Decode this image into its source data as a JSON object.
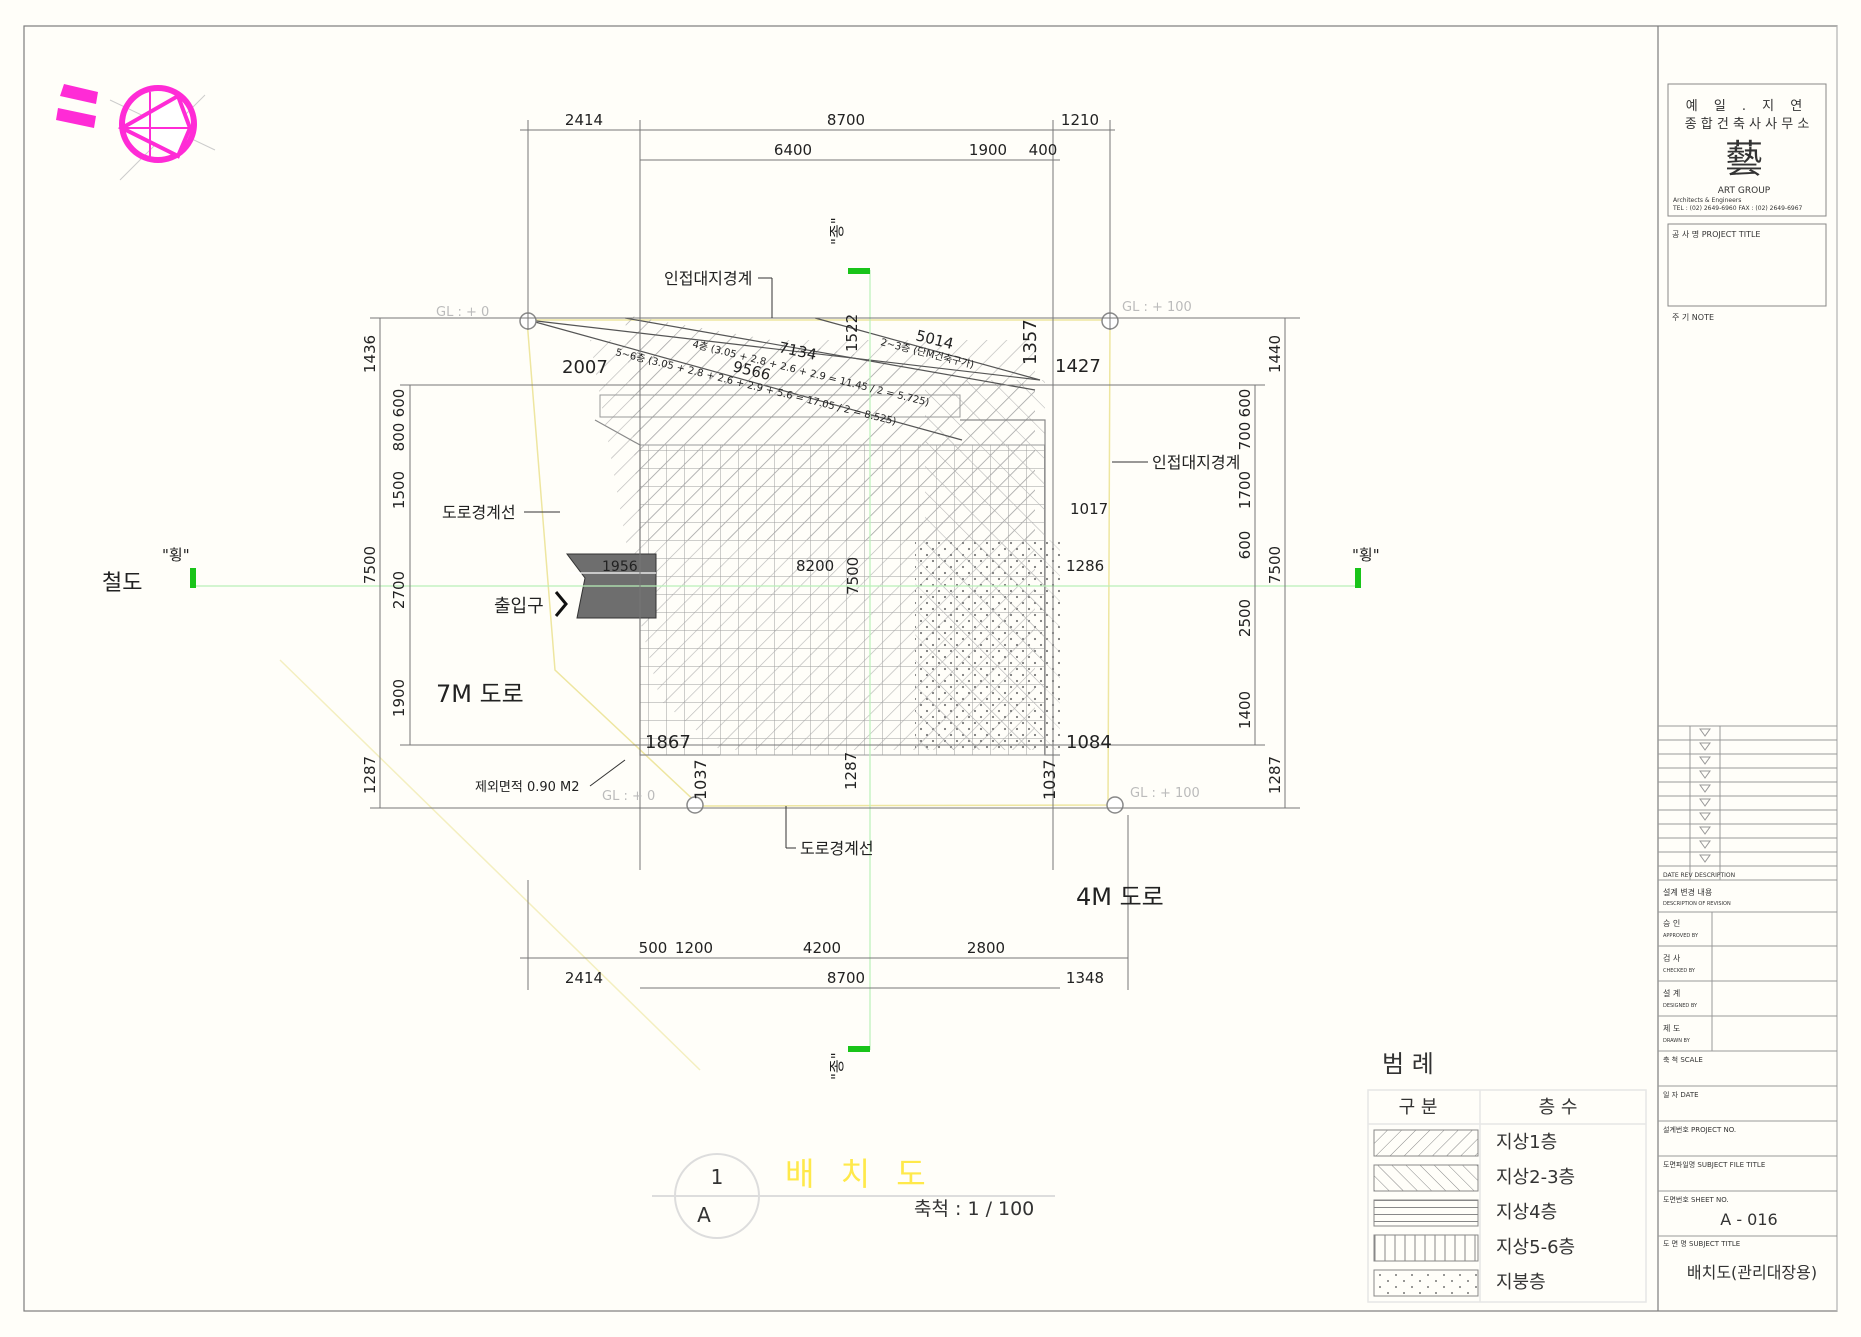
{
  "dims": {
    "top_outer": [
      "2414",
      "8700",
      "1210"
    ],
    "top_inner": [
      "6400",
      "1900",
      "400"
    ],
    "bottom_inner": [
      "500",
      "1200",
      "4200",
      "2800"
    ],
    "bottom_outer": [
      "2414",
      "8700",
      "1348"
    ],
    "left_outer": [
      "1436",
      "7500",
      "1287"
    ],
    "left_inner": [
      "600",
      "800",
      "1500",
      "2700",
      "1900"
    ],
    "right_outer": [
      "1440",
      "7500",
      "1287"
    ],
    "right_inner": [
      "600",
      "700",
      "1700",
      "600",
      "2500",
      "1400"
    ],
    "misc": {
      "d2007": "2007",
      "d1427": "1427",
      "d1357": "1357",
      "d1522": "1522",
      "d7134": "7134",
      "d5014": "5014",
      "d9566": "9566",
      "d1017": "1017",
      "d1286": "1286",
      "d1956": "1956",
      "d8200": "8200",
      "d7500c": "7500",
      "d1867": "1867",
      "d1084": "1084",
      "d1037a": "1037",
      "d1287c": "1287",
      "d1037b": "1037"
    }
  },
  "labels": {
    "neighbor_top": "인접대지경계",
    "neighbor_right": "인접대지경계",
    "road_left": "도로경계선",
    "road_bottom": "도로경계선",
    "entrance": "출입구",
    "road_7m": "7M 도로",
    "road_4m": "4M 도로",
    "excl_area": "제외면적 0.90 M2",
    "gl_tl": "GL : + 0",
    "gl_tr": "GL : + 100",
    "gl_bl": "GL : + 0",
    "gl_br": "GL : + 100",
    "section_left": "철도",
    "mark_left": "\"횡\"",
    "mark_right": "\"횡\"",
    "mark_top": "\"종\"",
    "mark_bottom": "\"종\"",
    "diag_4f": "4층 (3.05 + 2.8 + 2.6 + 2.9 = 11.45 / 2 = 5.725)",
    "diag_56f": "5~6층 (3.05 + 2.8 + 2.6 + 2.9 + 5.6 = 17.05 / 2 = 8.525)",
    "diag_23f": "2~3층 (단M건축구가)"
  },
  "drawing": {
    "number": "1",
    "sheet_ref": "A",
    "title": "배 치 도",
    "scale": "축척 : 1 / 100"
  },
  "legend": {
    "title": "범 례",
    "col1": "구 분",
    "col2": "층 수",
    "rows": [
      "지상1층",
      "지상2-3층",
      "지상4층",
      "지상5-6층",
      "지붕층"
    ]
  },
  "titleblock": {
    "firm_line1": "예 일 . 지 연",
    "firm_line2": "종 합 건 축 사 사 무 소",
    "logo_char": "藝",
    "logo_sub": "ART GROUP",
    "firm_eng": "Architects & Engineers",
    "firm_tel": "TEL : (02) 2649-6960  FAX : (02) 2649-6967",
    "project_title": "공 사 명   PROJECT TITLE",
    "note": "주   기   NOTE",
    "rev_header": "DATE     REV     DESCRIPTION",
    "rev_desc": "설계 변경 내용",
    "rev_desc_en": "DESCRIPTION OF REVISION",
    "approved": "승   인",
    "approved_en": "APPROVED BY",
    "checked": "검   사",
    "checked_en": "CHECKED BY",
    "designed": "설   계",
    "designed_en": "DESIGNED BY",
    "drawn": "제   도",
    "drawn_en": "DRAWN BY",
    "scale": "축   척   SCALE",
    "date": "일   자   DATE",
    "project_no": "설계번호   PROJECT NO.",
    "file_title": "도면파일명   SUBJECT FILE TITLE",
    "sheet_no_label": "도면번호   SHEET NO.",
    "sheet_no": "A - 016",
    "subject_label": "도 면 명   SUBJECT TITLE",
    "subject": "배치도(관리대장용)"
  },
  "colors": {
    "accent_magenta": "#ff2bd6",
    "accent_green": "#19c419",
    "title_yellow": "#ffe94a",
    "line_gray": "#8a8a8a",
    "hatch_gray": "#a8a8a8"
  }
}
